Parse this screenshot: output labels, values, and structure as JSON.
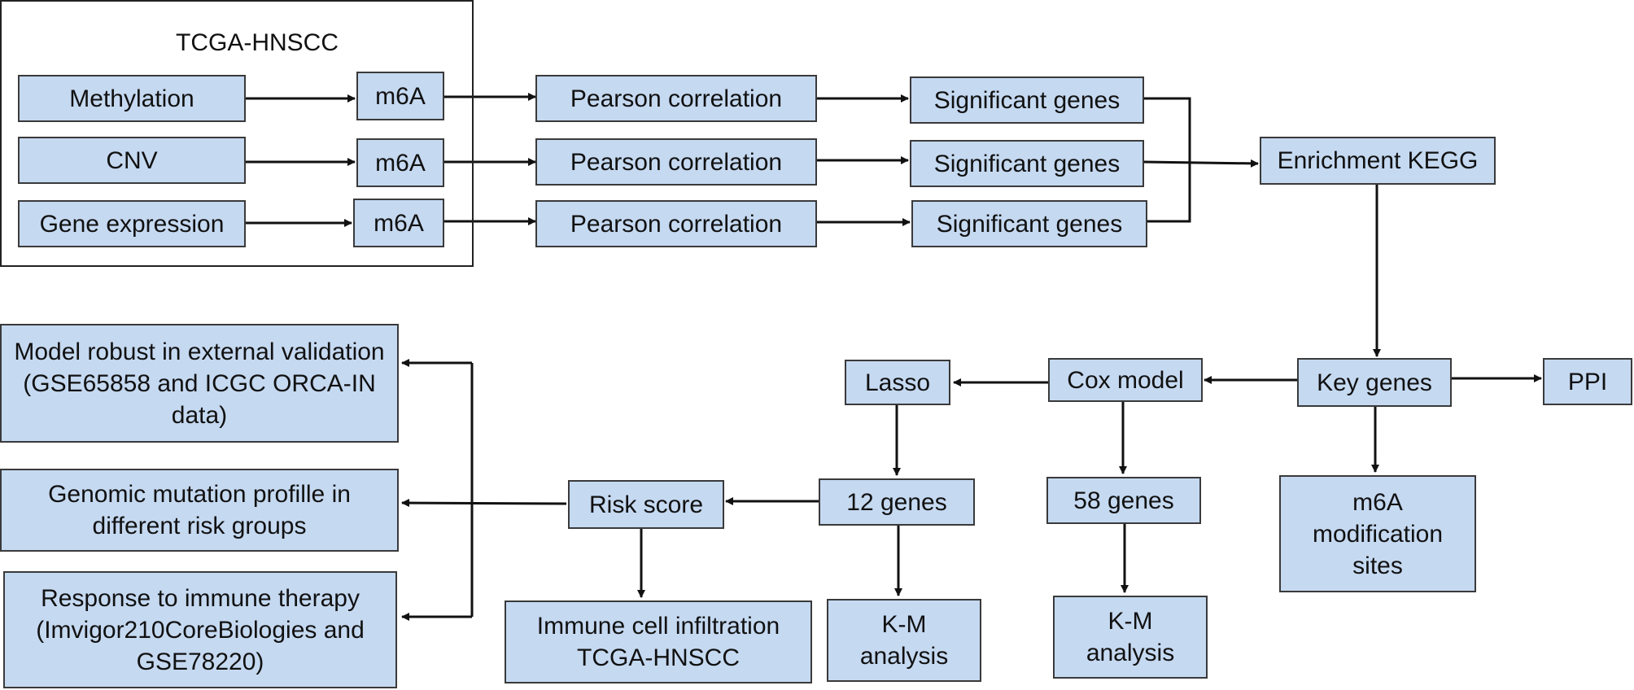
{
  "group": {
    "title": "TCGA-HNSCC"
  },
  "nodes": {
    "methylation": "Methylation",
    "cnv": "CNV",
    "gene_expression": "Gene expression",
    "m6a_1": "m6A",
    "m6a_2": "m6A",
    "m6a_3": "m6A",
    "pearson_1": "Pearson correlation",
    "pearson_2": "Pearson correlation",
    "pearson_3": "Pearson correlation",
    "sig_1": "Significant genes",
    "sig_2": "Significant genes",
    "sig_3": "Significant genes",
    "enrichment": "Enrichment KEGG",
    "key_genes": "Key genes",
    "ppi": "PPI",
    "m6a_sites": "m6A modification sites",
    "cox": "Cox model",
    "lasso": "Lasso",
    "genes_58": "58 genes",
    "genes_12": "12 genes",
    "km_1": "K-M analysis",
    "km_2": "K-M analysis",
    "risk_score": "Risk score",
    "immune_infiltration": "Immune cell infiltration TCGA-HNSCC",
    "robust": "Model robust in external validation (GSE65858 and ICGC ORCA-IN data)",
    "mutation": "Genomic mutation profille in different risk groups",
    "immunotherapy": "Response to immune therapy (Imvigor210CoreBiologies and GSE78220)"
  }
}
